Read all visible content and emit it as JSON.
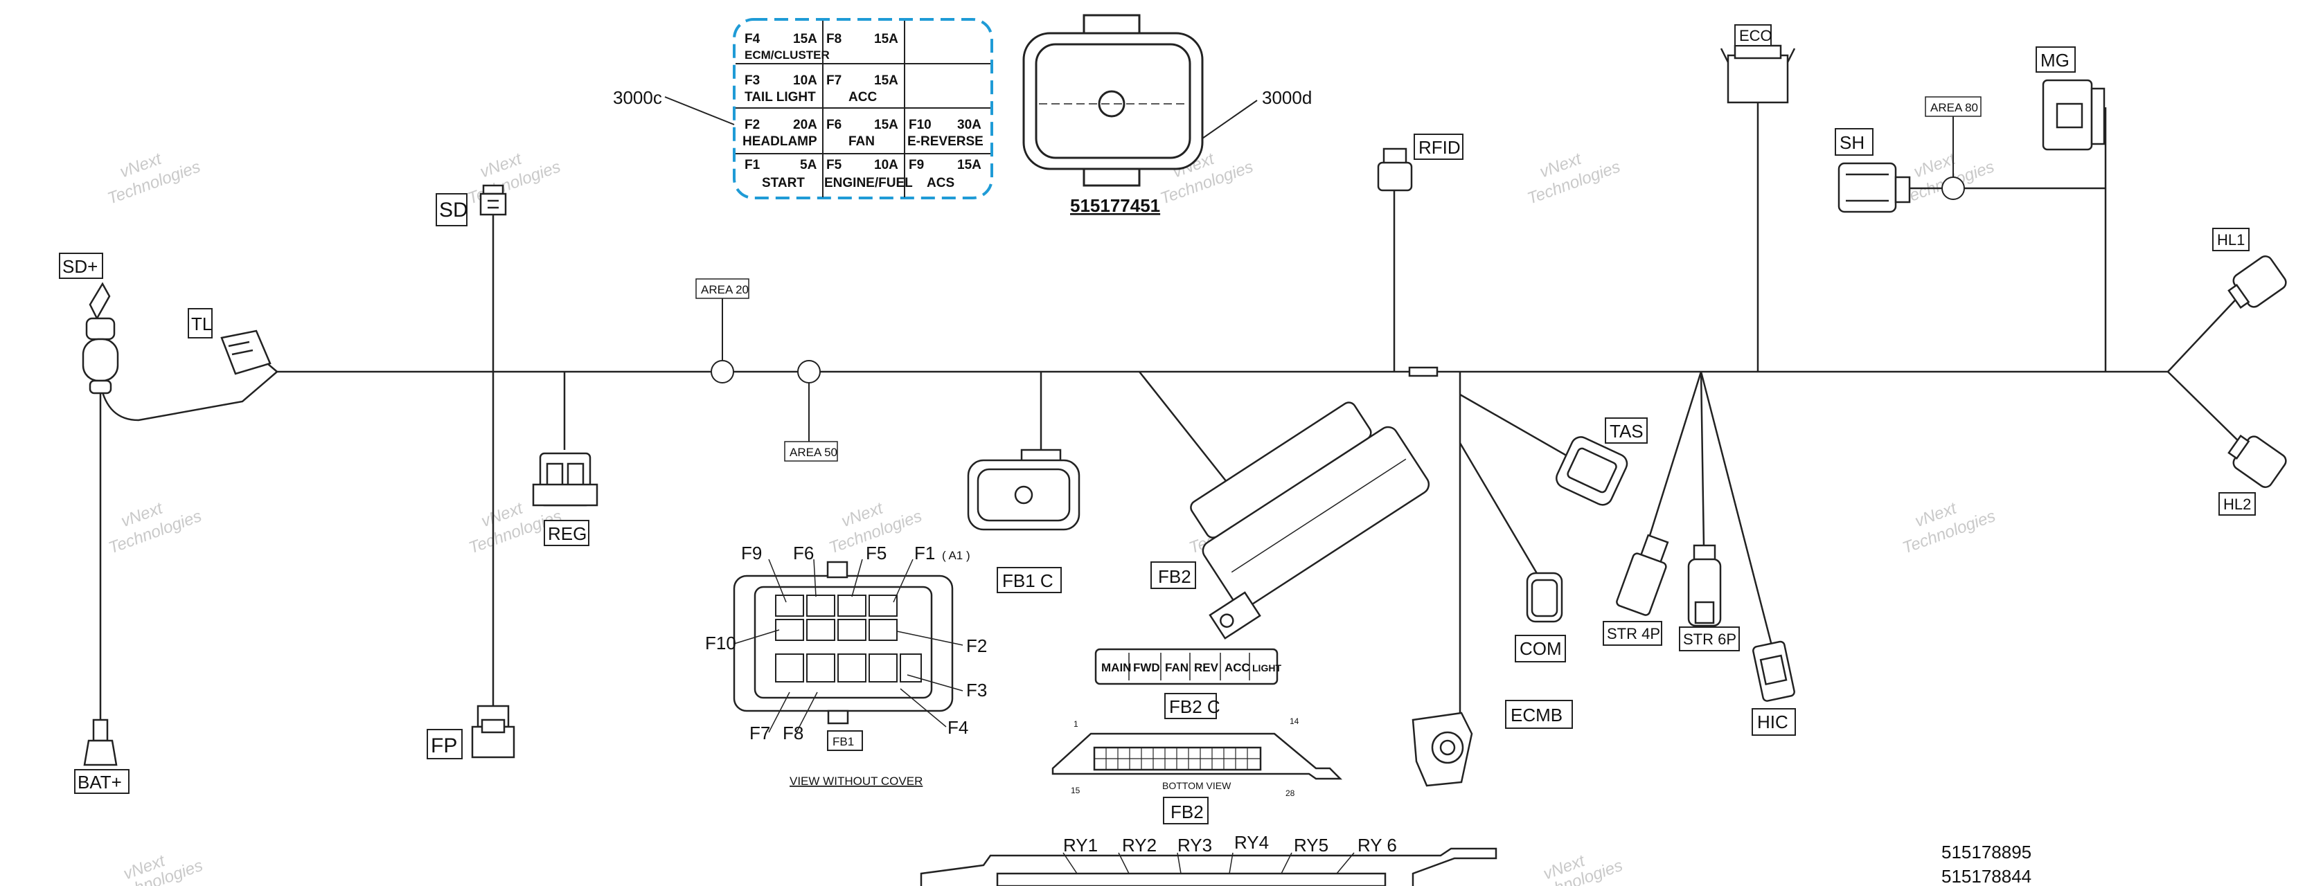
{
  "callouts": {
    "fuse_box": "3000c",
    "relay_box": "3000d",
    "relay_part": "515177451"
  },
  "fuse_table": {
    "rows": [
      [
        {
          "id": "F4",
          "amp": "15A",
          "name": "ECM/CLUSTER"
        },
        {
          "id": "F8",
          "amp": "15A",
          "name": ""
        },
        null
      ],
      [
        {
          "id": "F3",
          "amp": "10A",
          "name": "TAIL LIGHT"
        },
        {
          "id": "F7",
          "amp": "15A",
          "name": "ACC"
        },
        null
      ],
      [
        {
          "id": "F2",
          "amp": "20A",
          "name": "HEADLAMP"
        },
        {
          "id": "F6",
          "amp": "15A",
          "name": "FAN"
        },
        {
          "id": "F10",
          "amp": "30A",
          "name": "E-REVERSE"
        }
      ],
      [
        {
          "id": "F1",
          "amp": "5A",
          "name": "START"
        },
        {
          "id": "F5",
          "amp": "10A",
          "name": "ENGINE/FUEL"
        },
        {
          "id": "F9",
          "amp": "15A",
          "name": "ACS"
        }
      ]
    ]
  },
  "connectors": {
    "sd_plus": "SD+",
    "bat_plus": "BAT+",
    "tl": "TL",
    "sd": "SD",
    "reg": "REG",
    "fp": "FP",
    "fb1c": "FB1 C",
    "fb2": "FB2",
    "fb2c": "FB2 C",
    "fb2_bottom": "FB2",
    "rfid": "RFID",
    "eco": "ECO",
    "mg": "MG",
    "sh": "SH",
    "hl1": "HL1",
    "hl2": "HL2",
    "tas": "TAS",
    "com": "COM",
    "ecmb": "ECMB",
    "str4p": "STR 4P",
    "str6p": "STR 6P",
    "hic": "HIC",
    "fb1": "FB1"
  },
  "areas": {
    "a20": "AREA 20",
    "a50": "AREA 50",
    "a80": "AREA 80"
  },
  "fb1_pins": {
    "f9": "F9",
    "f6": "F6",
    "f5": "F5",
    "f1": "F1",
    "a1": "( A1 )",
    "f10": "F10",
    "f2": "F2",
    "f3": "F3",
    "f7": "F7",
    "f8": "F8",
    "f4": "F4"
  },
  "view_without_cover": "VIEW WITHOUT COVER",
  "fb2c_cells": [
    "MAIN",
    "FWD",
    "FAN",
    "REV",
    "ACC",
    "LIGHT"
  ],
  "fb2_bottom_caption": "BOTTOM VIEW",
  "fb2_pins": {
    "p1": "1",
    "p14": "14",
    "p15": "15",
    "p28": "28"
  },
  "relays": [
    "RY1",
    "RY2",
    "RY3",
    "RY4",
    "RY5",
    "RY 6"
  ],
  "part_numbers": [
    "515178895",
    "515178844"
  ],
  "watermark": {
    "line1": "vNext",
    "line2": "Technologies"
  },
  "colors": {
    "line": "#222222",
    "fuse_border": "#1f9bd6",
    "watermark": "#c9c9c9"
  }
}
